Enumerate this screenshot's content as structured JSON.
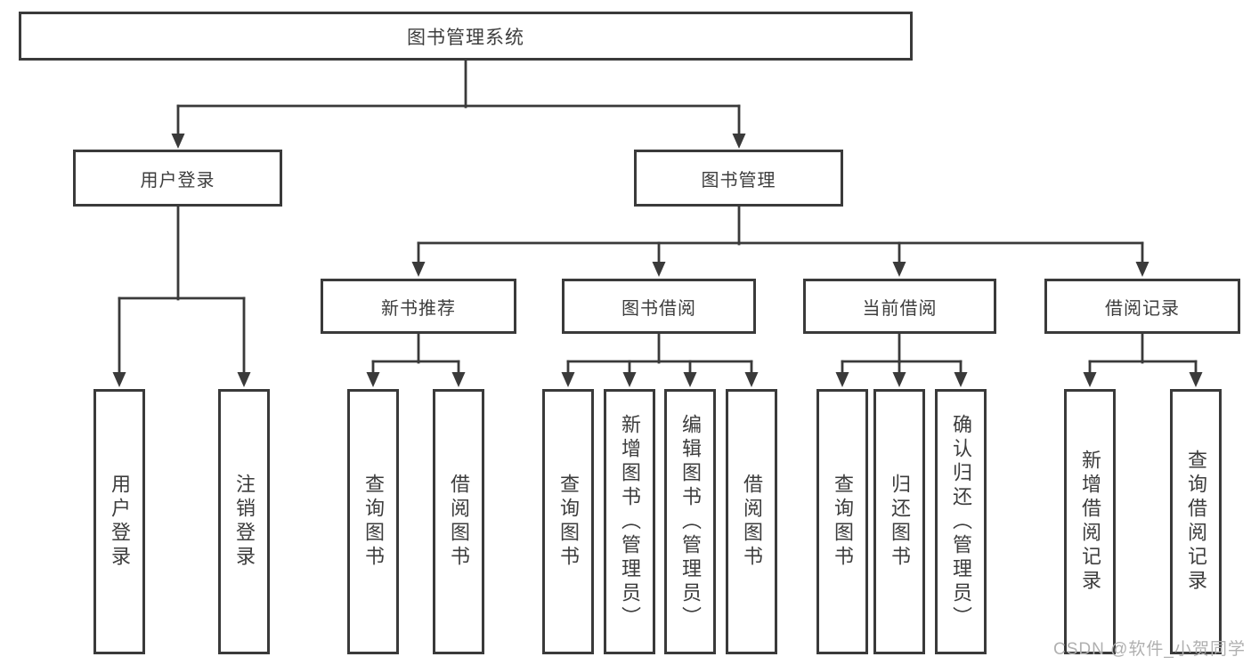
{
  "diagram": {
    "root": {
      "label": "图书管理系统"
    },
    "branches": [
      {
        "label": "用户登录",
        "children": [
          {
            "label": "用户登录"
          },
          {
            "label": "注销登录"
          }
        ]
      },
      {
        "label": "图书管理",
        "children": [
          {
            "label": "新书推荐",
            "children": [
              {
                "label": "查询图书"
              },
              {
                "label": "借阅图书"
              }
            ]
          },
          {
            "label": "图书借阅",
            "children": [
              {
                "label": "查询图书"
              },
              {
                "label": "新增图书（管理员）"
              },
              {
                "label": "编辑图书（管理员）"
              },
              {
                "label": "借阅图书"
              }
            ]
          },
          {
            "label": "当前借阅",
            "children": [
              {
                "label": "查询图书"
              },
              {
                "label": "归还图书"
              },
              {
                "label": "确认归还（管理员）"
              }
            ]
          },
          {
            "label": "借阅记录",
            "children": [
              {
                "label": "新增借阅记录"
              },
              {
                "label": "查询借阅记录"
              }
            ]
          }
        ]
      }
    ]
  },
  "watermark": {
    "text": "CSDN @软件_小贺同学"
  },
  "colors": {
    "line": "#3a3a3a",
    "text": "#3d3d3d",
    "watermark": "#b0b0b0",
    "background": "#ffffff"
  }
}
